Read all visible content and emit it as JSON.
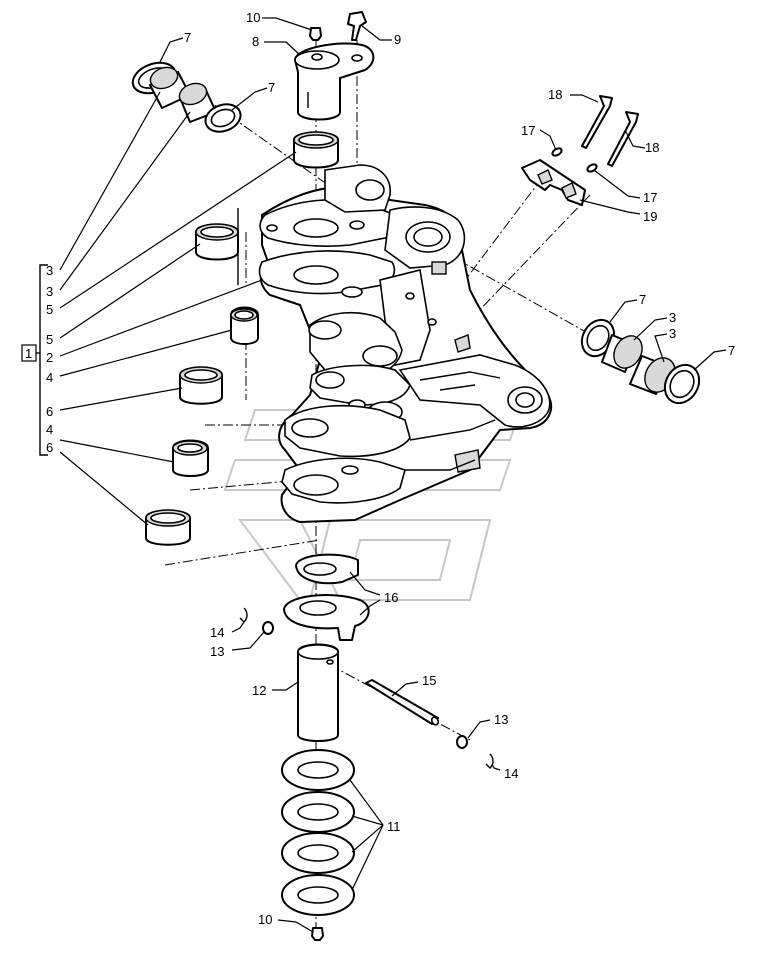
{
  "labels": {
    "l1": "1",
    "l2": "2",
    "l3": "3",
    "l4": "4",
    "l5": "5",
    "l6": "6",
    "l7": "7",
    "l8": "8",
    "l9": "9",
    "l10": "10",
    "l11": "11",
    "l12": "12",
    "l13": "13",
    "l14": "14",
    "l15": "15",
    "l16": "16",
    "l17": "17",
    "l18": "18",
    "l19": "19"
  },
  "colors": {
    "line": "#000000",
    "background": "#ffffff",
    "watermark": "#c8c8c8",
    "shading": "#d9d9d9"
  }
}
